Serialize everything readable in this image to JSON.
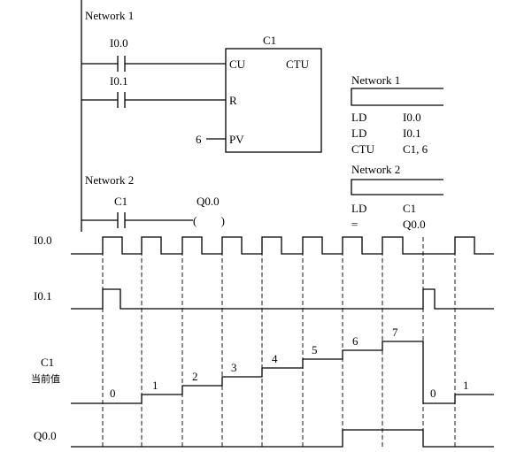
{
  "ladder": {
    "rail_label_1": "Network 1",
    "rail_label_2": "Network 2",
    "contact_i00": "I0.0",
    "contact_i01": "I0.1",
    "counter_name": "C1",
    "counter_cu": "CU",
    "counter_ctu": "CTU",
    "counter_r": "R",
    "counter_pv_pin": "PV",
    "pv_value": "6",
    "contact_c1": "C1",
    "coil_q00": "Q0.0",
    "coil_symbol": "( )"
  },
  "stl": {
    "network1": "Network 1",
    "network2": "Network 2",
    "n1_rows": [
      {
        "op": "LD",
        "arg": "I0.0"
      },
      {
        "op": "LD",
        "arg": "I0.1"
      },
      {
        "op": "CTU",
        "arg": "C1, 6"
      }
    ],
    "n2_rows": [
      {
        "op": "LD",
        "arg": "C1"
      },
      {
        "op": "=",
        "arg": "Q0.0"
      }
    ]
  },
  "timing": {
    "label_i00": "I0.0",
    "label_i01": "I0.1",
    "label_c1": "C1",
    "label_c1_sub": "当前值",
    "label_q00": "Q0.0",
    "c1_values": [
      "0",
      "1",
      "2",
      "3",
      "4",
      "5",
      "6",
      "7",
      "0",
      "1"
    ]
  }
}
